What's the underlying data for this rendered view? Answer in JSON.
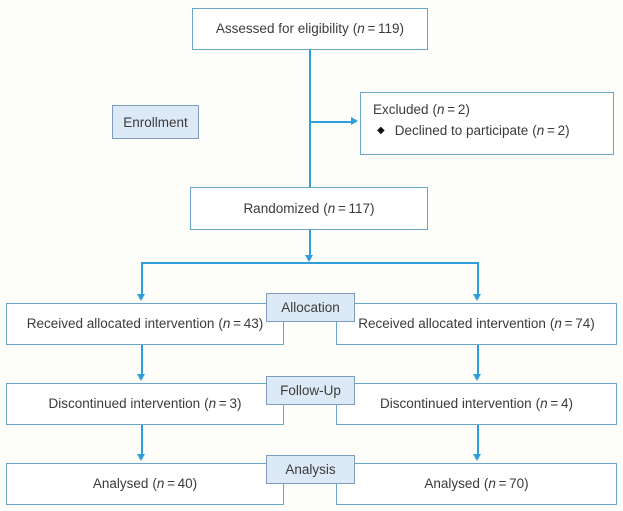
{
  "colors": {
    "line": "#2f9ed9",
    "box-border": "#69a6c8",
    "label-fill": "#dceaf7",
    "label-border": "#7e9dbd",
    "text": "#3b3b3b",
    "bg": "#fdfdfa"
  },
  "stages": {
    "enrollment_label": "Enrollment",
    "allocation_label": "Allocation",
    "followup_label": "Follow-Up",
    "analysis_label": "Analysis"
  },
  "boxes": {
    "assessed": {
      "label": "Assessed for eligibility",
      "n": "119"
    },
    "excluded": {
      "label": "Excluded",
      "n": "2",
      "reason_bullet": "◆",
      "reason_label": "Declined to participate",
      "reason_n": "2"
    },
    "randomized": {
      "label": "Randomized",
      "n": "117"
    },
    "received_left": {
      "label": "Received allocated intervention",
      "n": "43"
    },
    "received_right": {
      "label": "Received allocated intervention",
      "n": "74"
    },
    "discontinued_left": {
      "label": "Discontinued intervention",
      "n": "3"
    },
    "discontinued_right": {
      "label": "Discontinued intervention",
      "n": "4"
    },
    "analysed_left": {
      "label": "Analysed",
      "n": "40"
    },
    "analysed_right": {
      "label": "Analysed",
      "n": "70"
    }
  }
}
